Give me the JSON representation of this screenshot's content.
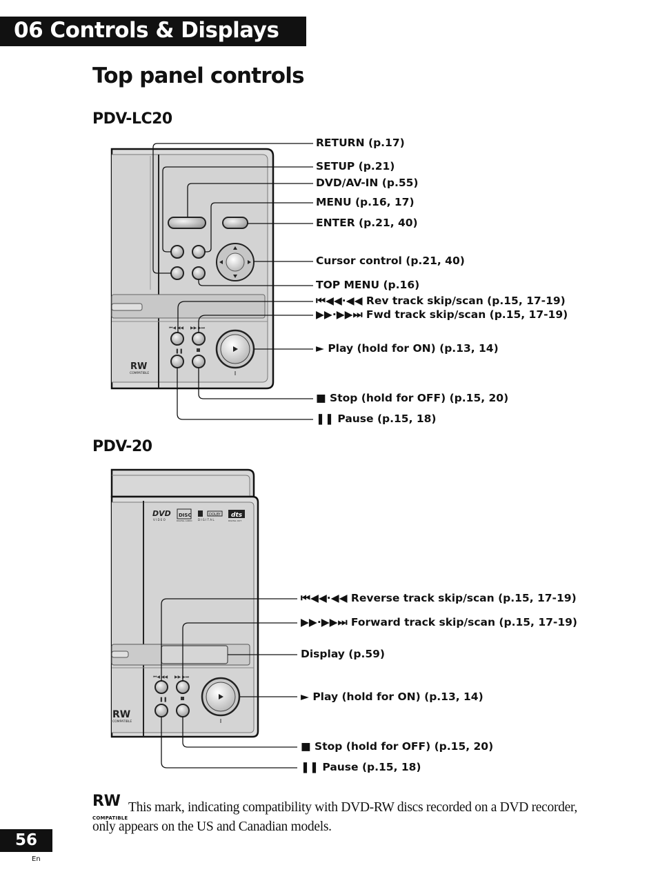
{
  "chapter_heading": "06 Controls & Displays",
  "page_title": "Top panel controls",
  "models": {
    "lc20": {
      "title": "PDV-LC20",
      "labels": {
        "return": "RETURN (p.17)",
        "setup": "SETUP (p.21)",
        "dvd_av_in": "DVD/AV-IN (p.55)",
        "menu": "MENU (p.16, 17)",
        "enter": "ENTER (p.21, 40)",
        "cursor": "Cursor control (p.21, 40)",
        "top_menu": "TOP MENU (p.16)",
        "rev": "⏮◀◀·◀◀ Rev track skip/scan (p.15, 17-19)",
        "fwd": "▶▶·▶▶⏭ Fwd track skip/scan (p.15, 17-19)",
        "play": "► Play (hold for ON) (p.13, 14)",
        "stop": "■ Stop (hold for OFF) (p.15, 20)",
        "pause": "❚❚ Pause (p.15, 18)"
      }
    },
    "pdv20": {
      "title": "PDV-20",
      "labels": {
        "rev": "⏮◀◀·◀◀ Reverse track skip/scan (p.15, 17-19)",
        "fwd": "▶▶·▶▶⏭ Forward track skip/scan (p.15, 17-19)",
        "display": "Display (p.59)",
        "play": "► Play (hold for ON) (p.13, 14)",
        "stop": "■ Stop (hold for OFF) (p.15, 20)",
        "pause": "❚❚ Pause (p.15, 18)"
      }
    }
  },
  "device_marks": {
    "rw": "RW",
    "compatible": "COMPATIBLE",
    "dvd": "DVD",
    "video": "V I D E O",
    "disc": "DISC",
    "digital_audio": "DIGITAL AUDIO",
    "dolby": "DOLBY",
    "digital": "D I G I T A L",
    "dts": "dts",
    "digital_out": "DIGITAL OUT"
  },
  "note": {
    "rw": "RW",
    "compatible": "COMPATIBLE",
    "text": "This mark, indicating compatibility with DVD-RW discs recorded on a DVD recorder, only appears on the US and Canadian models."
  },
  "page_number": "56",
  "language": "En"
}
